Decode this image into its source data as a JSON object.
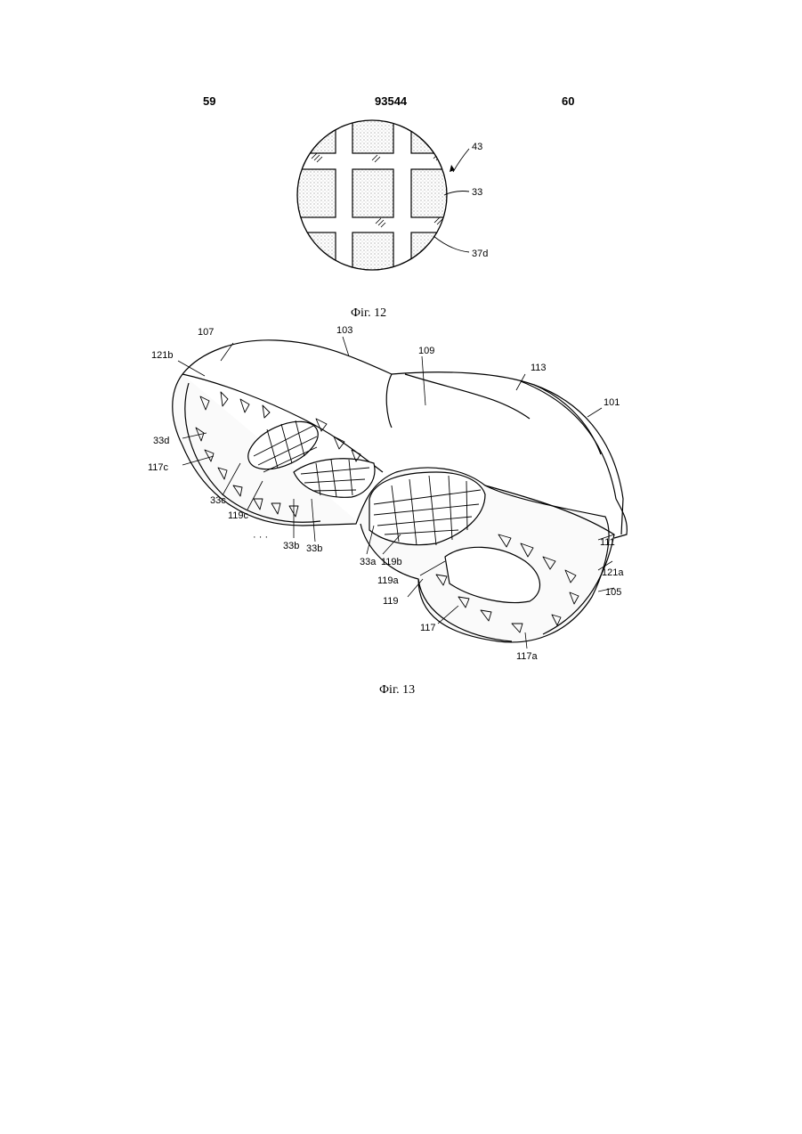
{
  "header": {
    "page_left": "59",
    "patent_number": "93544",
    "page_right": "60"
  },
  "figures": {
    "fig12": {
      "caption": "Фіг. 12",
      "labels": {
        "ref43": "43",
        "ref33": "33",
        "ref37d": "37d"
      }
    },
    "fig13": {
      "caption": "Фіг. 13",
      "labels": {
        "ref107": "107",
        "ref103": "103",
        "ref109": "109",
        "ref121b": "121b",
        "ref113": "113",
        "ref101": "101",
        "ref33d": "33d",
        "ref117c": "117c",
        "ref33c": "33c",
        "ref119c": "119c",
        "ref33b_1": "33b",
        "ref33b_2": "33b",
        "ref33a": "33a",
        "ref119b": "119b",
        "ref111": "111",
        "ref121a": "121a",
        "ref119a": "119a",
        "ref105": "105",
        "ref119": "119",
        "ref117": "117",
        "ref117a": "117a",
        "ellipsis": "· · ·"
      }
    }
  }
}
